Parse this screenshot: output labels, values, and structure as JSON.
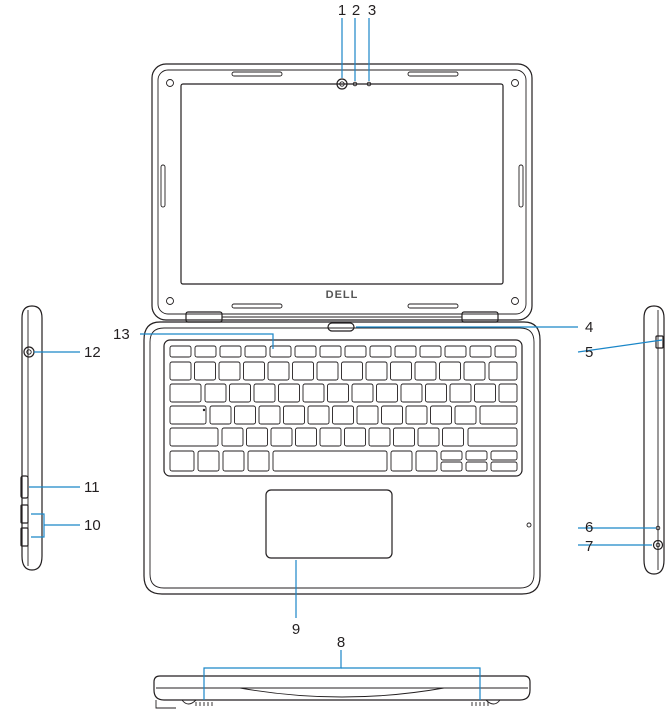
{
  "brand_logo": "DELL",
  "colors": {
    "outline": "#231f20",
    "leader": "#1a86c8",
    "background": "#ffffff"
  },
  "callouts": [
    {
      "id": "1",
      "label": "1"
    },
    {
      "id": "2",
      "label": "2"
    },
    {
      "id": "3",
      "label": "3"
    },
    {
      "id": "4",
      "label": "4"
    },
    {
      "id": "5",
      "label": "5"
    },
    {
      "id": "6",
      "label": "6"
    },
    {
      "id": "7",
      "label": "7"
    },
    {
      "id": "8",
      "label": "8"
    },
    {
      "id": "9",
      "label": "9"
    },
    {
      "id": "10",
      "label": "10"
    },
    {
      "id": "11",
      "label": "11"
    },
    {
      "id": "12",
      "label": "12"
    },
    {
      "id": "13",
      "label": "13"
    }
  ]
}
